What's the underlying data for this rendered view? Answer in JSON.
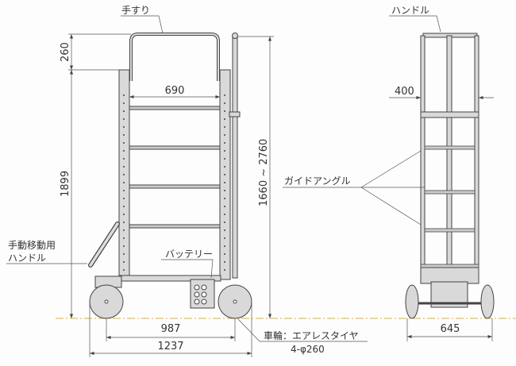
{
  "side_view": {
    "labels": {
      "handrail": "手すり",
      "manual_handle_line1": "手動移動用",
      "manual_handle_line2": "ハンドル",
      "battery": "バッテリー",
      "wheel_line1": "車輪：エアレスタイヤ",
      "wheel_line2": "4-φ260"
    },
    "dimensions": {
      "handrail_height": "260",
      "frame_height": "1899",
      "inner_width": "690",
      "total_height": "1660 ~ 2760",
      "wheelbase": "987",
      "overall_length": "1237"
    }
  },
  "front_view": {
    "labels": {
      "handle": "ハンドル",
      "guide_angle": "ガイドアングル"
    },
    "dimensions": {
      "inner_width": "400",
      "overall_width": "645"
    }
  },
  "colors": {
    "ground_line": "#e0c070",
    "part_fill": "#d9d9d9"
  }
}
